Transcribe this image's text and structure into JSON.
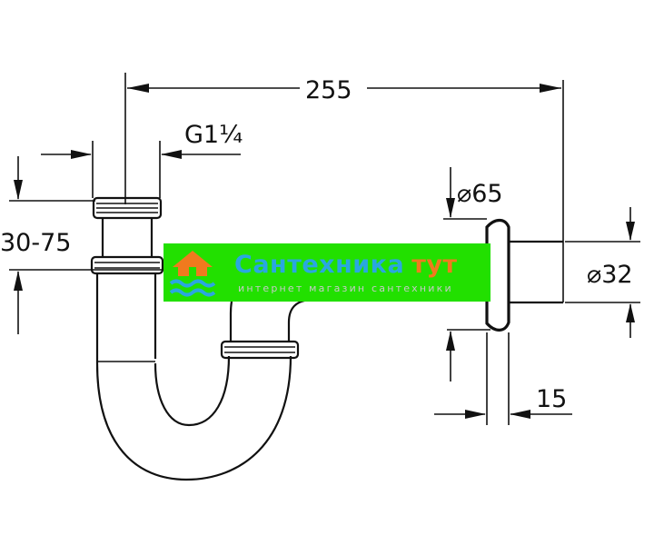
{
  "dimensions": {
    "overall_length": "255",
    "thread": "G1¼",
    "height_range": "30-75",
    "flange_diameter": "⌀65",
    "pipe_diameter": "⌀32",
    "flange_thickness": "15"
  },
  "watermark": {
    "title_part1": "Сантехника",
    "title_part2": "тут",
    "subtitle": "интернет магазин сантехники",
    "band_color": "#22e000",
    "accent_blue": "#2aa7e0",
    "accent_orange": "#f07a1e",
    "icon": "house-waves-logo-icon"
  }
}
